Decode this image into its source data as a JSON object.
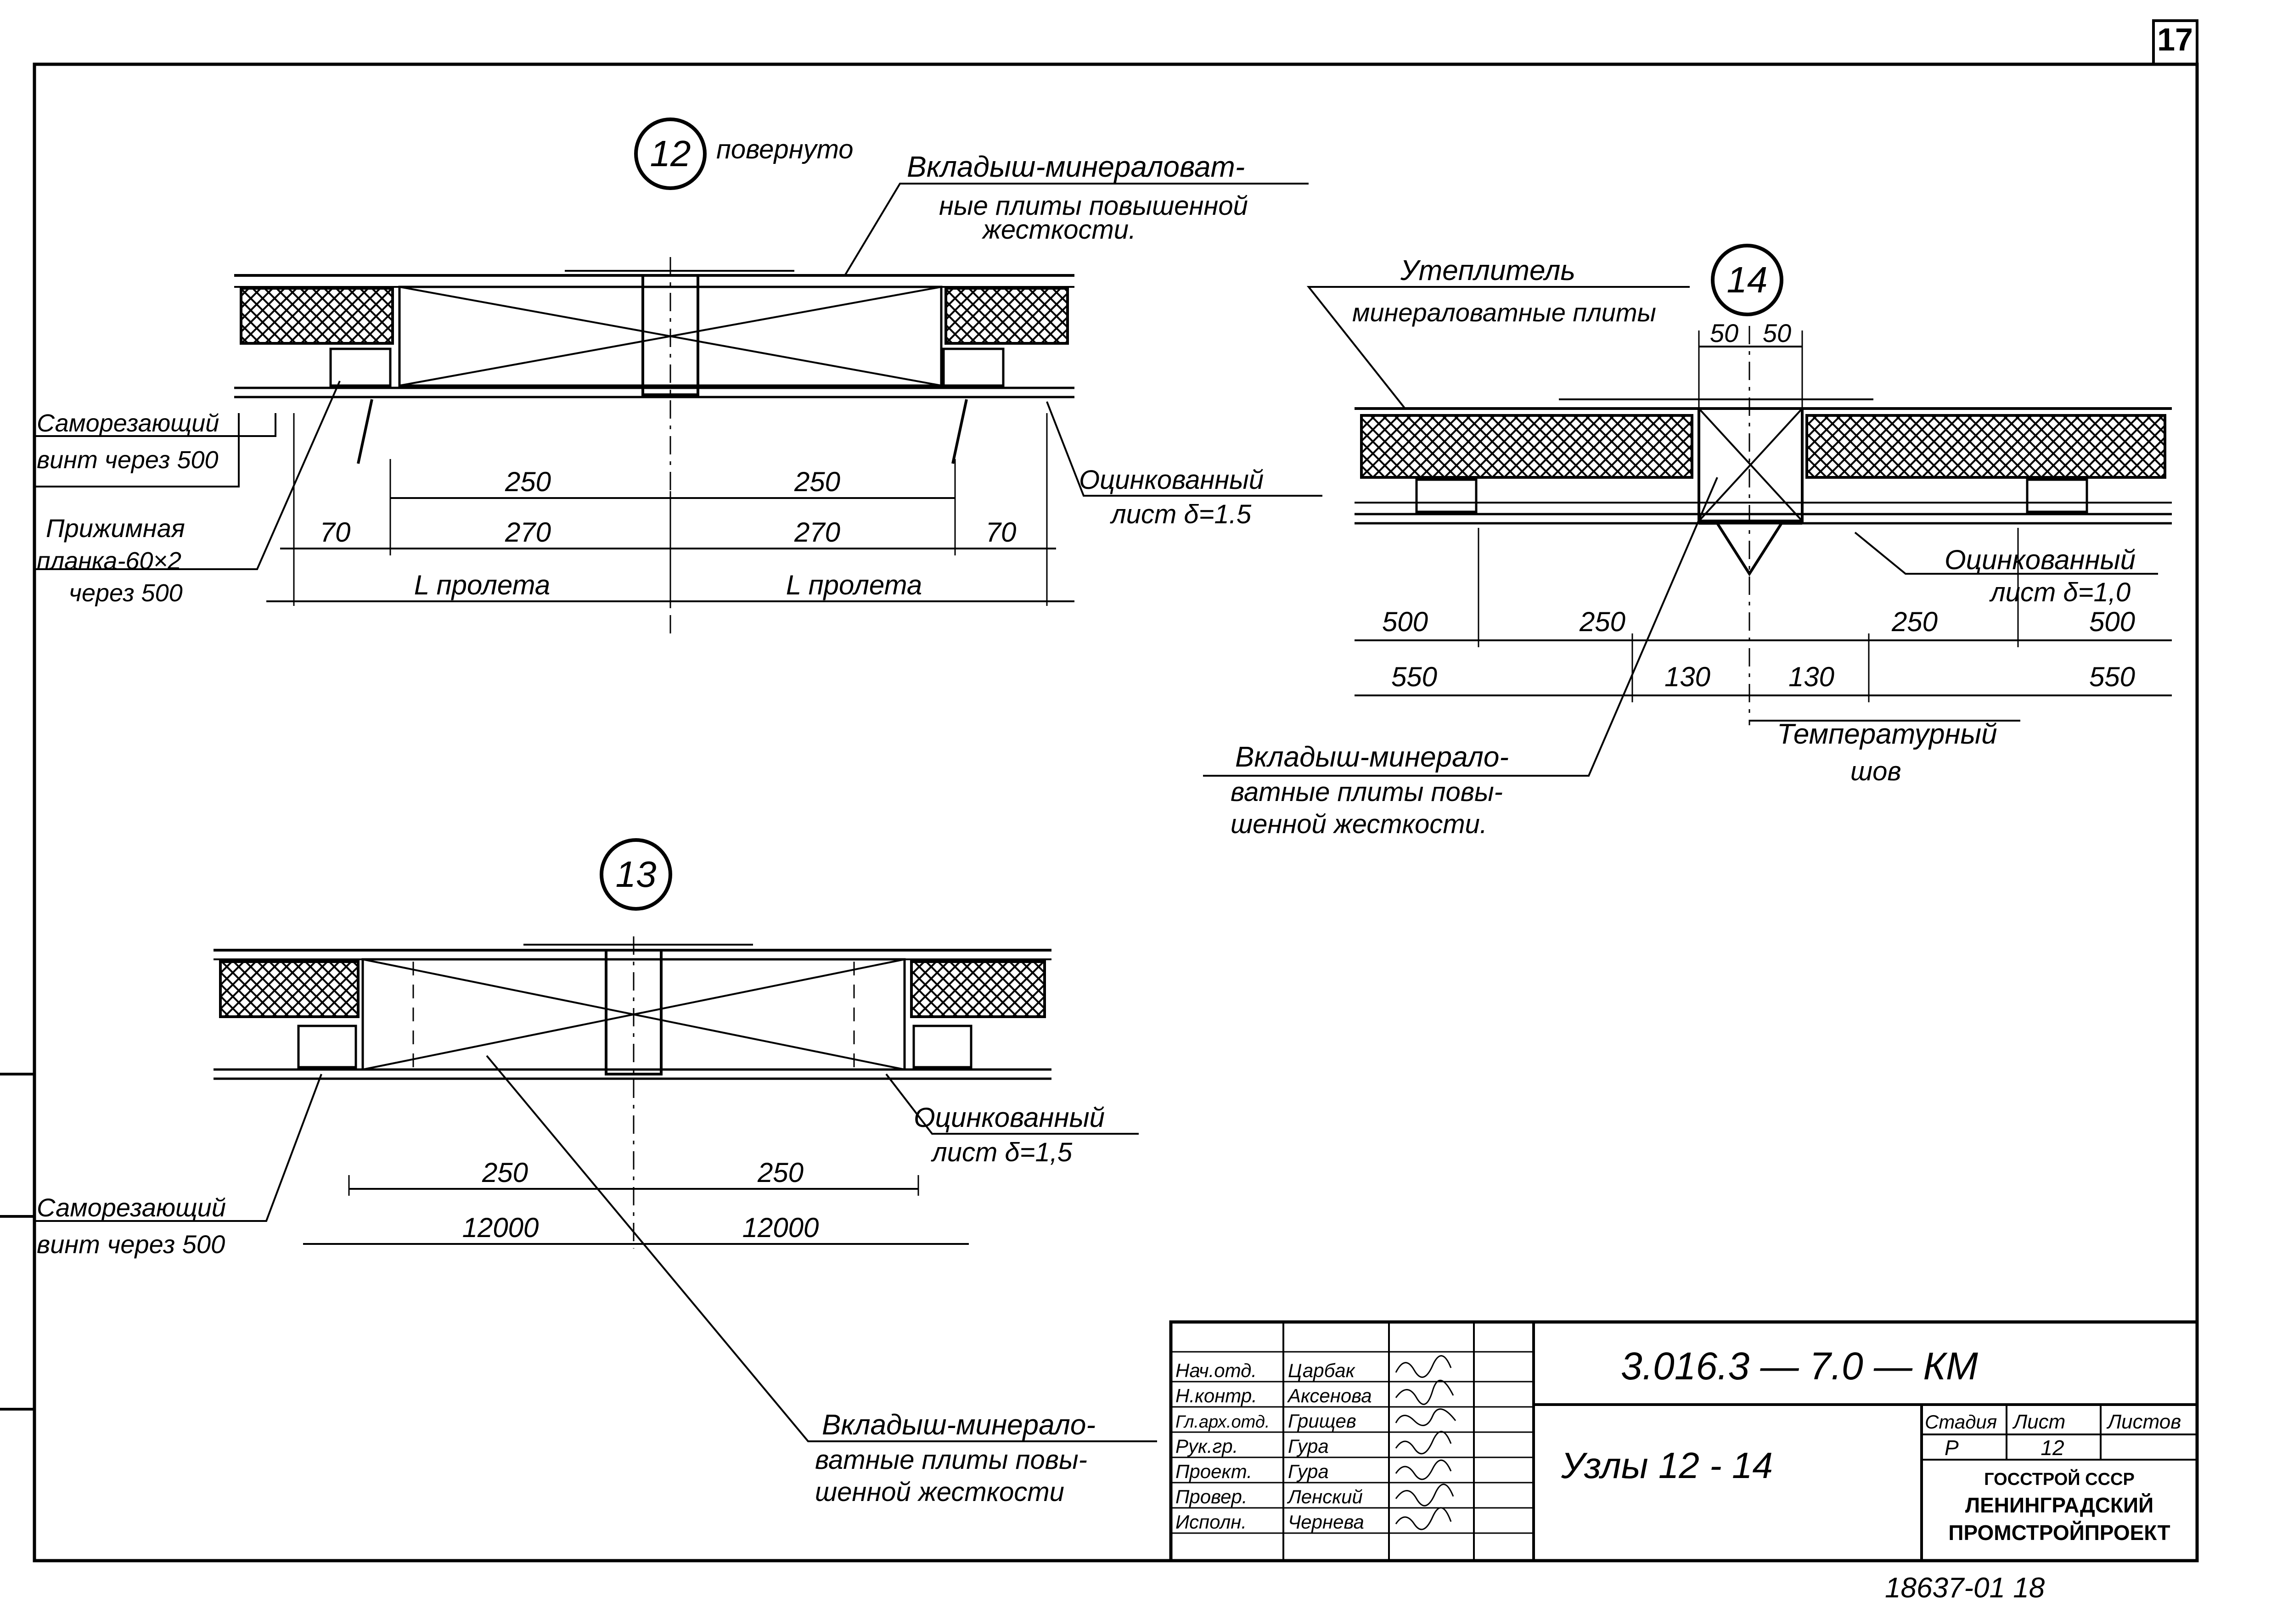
{
  "sheet": {
    "page_number": "17",
    "footer_number": "18637-01  18"
  },
  "detail12": {
    "number": "12",
    "note": "повернуто",
    "insert_label": [
      "Вкладыш-минераловат-",
      "ные плиты повышенной",
      "жесткости."
    ],
    "screw_label": [
      "Саморезающий",
      "винт через 500"
    ],
    "clamp_label": [
      "Прижимная",
      "планка-60×2",
      "через 500"
    ],
    "sheet_label": [
      "Оцинкованный",
      "лист δ=1.5"
    ],
    "dims": {
      "d250a": "250",
      "d250b": "250",
      "d70a": "70",
      "d270a": "270",
      "d270b": "270",
      "d70b": "70",
      "span_a": "L пролета",
      "span_b": "L пролета"
    }
  },
  "detail13": {
    "number": "13",
    "screw_label": [
      "Саморезающий",
      "винт через 500"
    ],
    "sheet_label": [
      "Оцинкованный",
      "лист δ=1,5"
    ],
    "insert_label": [
      "Вкладыш-минерало-",
      "ватные плиты повы-",
      "шенной жесткости"
    ],
    "dims": {
      "d250a": "250",
      "d250b": "250",
      "d12000a": "12000",
      "d12000b": "12000"
    }
  },
  "detail14": {
    "number": "14",
    "insulation_label": [
      "Утеплитель",
      "минераловатные плиты"
    ],
    "sheet_label": [
      "Оцинкованный",
      "лист δ=1,0"
    ],
    "insert_label": [
      "Вкладыш-минерало-",
      "ватные плиты повы-",
      "шенной жесткости."
    ],
    "joint_label": [
      "Температурный",
      "шов"
    ],
    "dims": {
      "d50a": "50",
      "d50b": "50",
      "d500a": "500",
      "d250a": "250",
      "d250b": "250",
      "d500b": "500",
      "d550a": "550",
      "d130a": "130",
      "d130b": "130",
      "d550b": "550"
    }
  },
  "title_block": {
    "code": "3.016.3 — 7.0 — КМ",
    "title": "Узлы 12 - 14",
    "roles": [
      "Нач.отд.",
      "Н.контр.",
      "Гл.арх.отд.",
      "Рук.гр.",
      "Проект.",
      "Провер.",
      "Исполн."
    ],
    "names": [
      "Царбак",
      "Аксенова",
      "Грищев",
      "Гура",
      "Гура",
      "Ленский",
      "Чернева"
    ],
    "stage_header": "Стадия",
    "sheet_header": "Лист",
    "sheets_header": "Листов",
    "stage": "Р",
    "sheet": "12",
    "org": [
      "ГОССТРОЙ СССР",
      "ЛЕНИНГРАДСКИЙ",
      "ПРОМСТРОЙПРОЕКТ"
    ]
  }
}
